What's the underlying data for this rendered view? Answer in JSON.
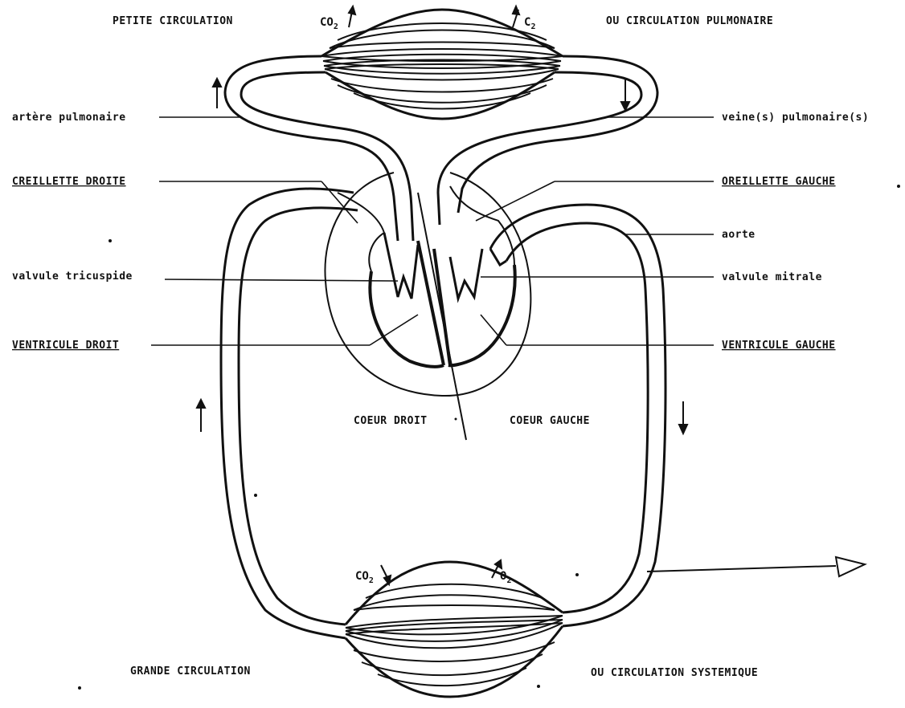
{
  "labels": {
    "petite_circulation": "PETITE CIRCULATION",
    "ou_circulation_pulmonaire": "OU CIRCULATION PULMONAIRE",
    "artere_pulmonaire": "artère pulmonaire",
    "veines_pulmonaires": "veine(s) pulmonaire(s)",
    "oreillette_droite": "CREILLETTE DROITE",
    "oreillette_gauche": "OREILLETTE GAUCHE",
    "aorte": "aorte",
    "valvule_tricuspide": "valvule tricuspide",
    "valvule_mitrale": "valvule mitrale",
    "ventricule_droit": "VENTRICULE DROIT",
    "ventricule_gauche": "VENTRICULE GAUCHE",
    "coeur_droit": "COEUR DROIT",
    "coeur_gauche": "COEUR GAUCHE",
    "grande_circulation": "GRANDE CIRCULATION",
    "ou_circulation_systemique": "OU CIRCULATION SYSTEMIQUE"
  },
  "gas": {
    "top_co2": "CO",
    "top_co2_sub": "2",
    "top_o2": "C",
    "top_o2_sub": "2",
    "bottom_co2": "CO",
    "bottom_co2_sub": "2",
    "bottom_o2": "O",
    "bottom_o2_sub": "2"
  },
  "colors": {
    "ink": "#111111",
    "paper": "#ffffff"
  },
  "icons": {
    "flow_arrows": "arrow-icon",
    "right_pointer": "triangle-pointer-icon"
  }
}
